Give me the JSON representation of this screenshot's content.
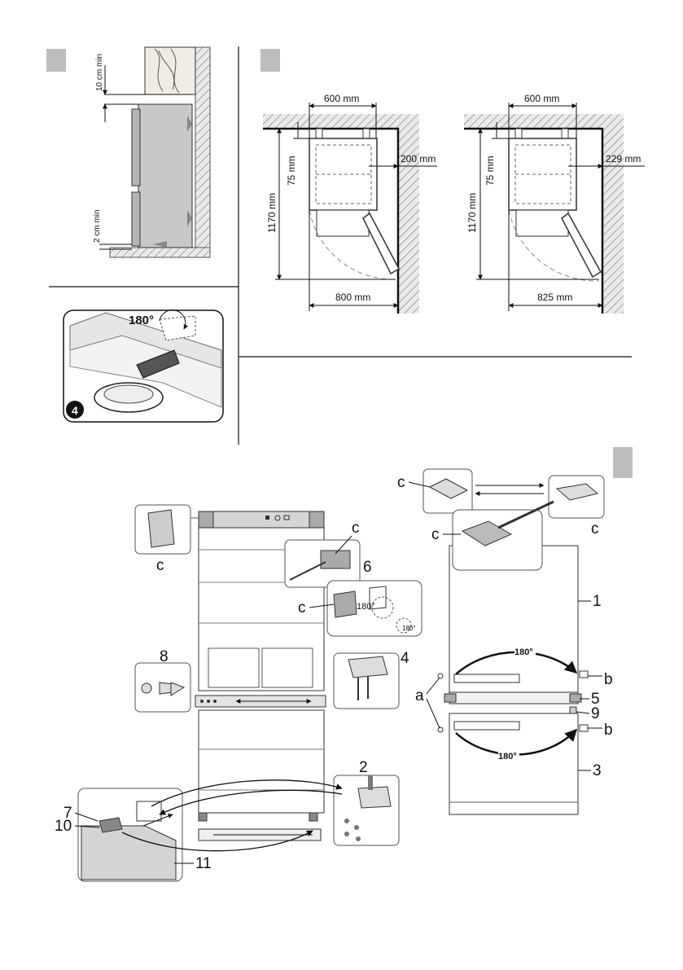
{
  "panel1": {
    "clearance_top": "10 cm min",
    "clearance_bottom": "2 cm min"
  },
  "panel2": {
    "left": {
      "width": "600 mm",
      "depth_gap": "75 mm",
      "side": "200 mm",
      "height": "1170 mm",
      "door_swing": "800 mm"
    },
    "right": {
      "width": "600 mm",
      "depth_gap": "75 mm",
      "side": "229 mm",
      "height": "1170 mm",
      "door_swing": "825 mm"
    }
  },
  "panel4": {
    "step_number": "4",
    "rotation": "180°"
  },
  "panel5": {
    "labels": {
      "c": "c",
      "a": "a",
      "b": "b",
      "n1": "1",
      "n2": "2",
      "n3": "3",
      "n4": "4",
      "n5": "5",
      "n6": "6",
      "n7": "7",
      "n8": "8",
      "n9": "9",
      "n10": "10",
      "n11": "11"
    },
    "rotation": "180°"
  }
}
